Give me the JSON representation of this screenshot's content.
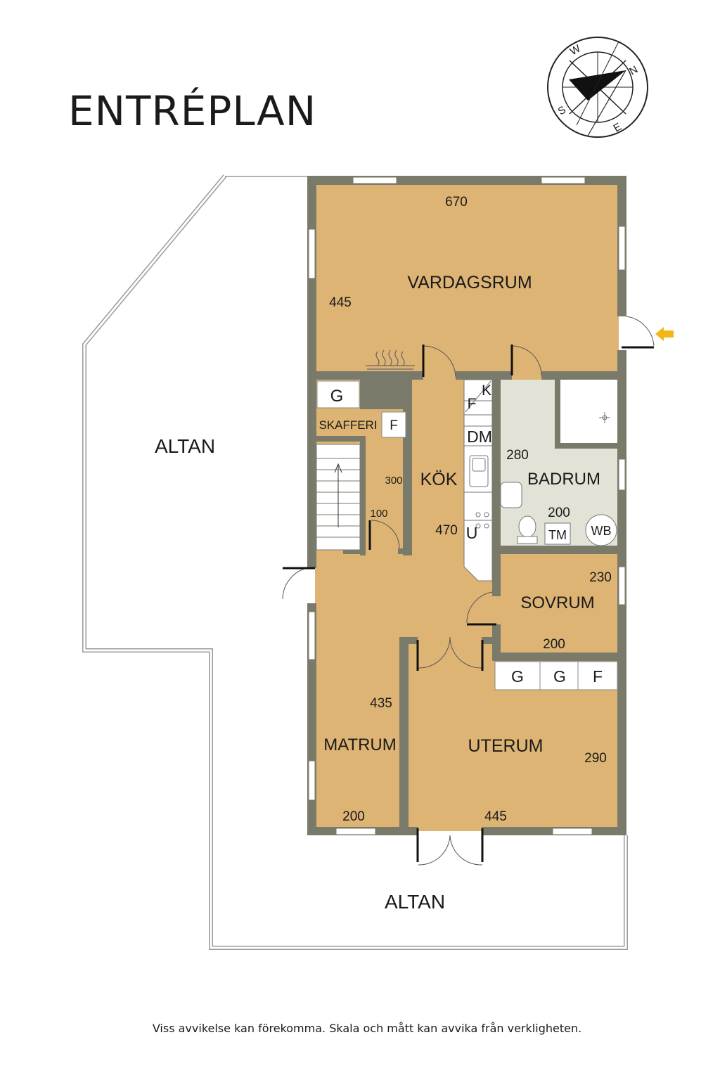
{
  "title": "ENTRÉPLAN",
  "footer": "Viss avvikelse kan förekomma. Skala och mått kan avvika från verkligheten.",
  "compass": {
    "north": "N",
    "east": "E",
    "south": "S",
    "west": "W"
  },
  "colors": {
    "room": "#ddb474",
    "bath": "#e2e2d6",
    "wall": "#7a7a6b",
    "arrow": "#f4b516"
  },
  "rooms": {
    "vardagsrum": "VARDAGSRUM",
    "kok": "KÖK",
    "badrum": "BADRUM",
    "sovrum": "SOVRUM",
    "matrum": "MATRUM",
    "uterum": "UTERUM",
    "skafferi": "SKAFFERI",
    "altan_left": "ALTAN",
    "altan_bottom": "ALTAN"
  },
  "dimensions": {
    "vardagsrum_width": "670",
    "vardagsrum_depth": "445",
    "skafferi_depth": "300",
    "stair_width": "100",
    "kok_length": "470",
    "badrum_depth": "280",
    "badrum_width": "200",
    "sovrum_depth": "230",
    "sovrum_width": "200",
    "matrum_depth": "435",
    "matrum_width": "200",
    "uterum_width": "445",
    "uterum_depth": "290"
  },
  "fixtures": {
    "g_cabinet": "G",
    "f_skafferi": "F",
    "kitchen_k": "K",
    "kitchen_f": "F",
    "kitchen_dm": "DM",
    "kitchen_u": "U",
    "bath_tm": "TM",
    "bath_wb": "WB",
    "closet_g1": "G",
    "closet_g2": "G",
    "closet_f": "F"
  }
}
